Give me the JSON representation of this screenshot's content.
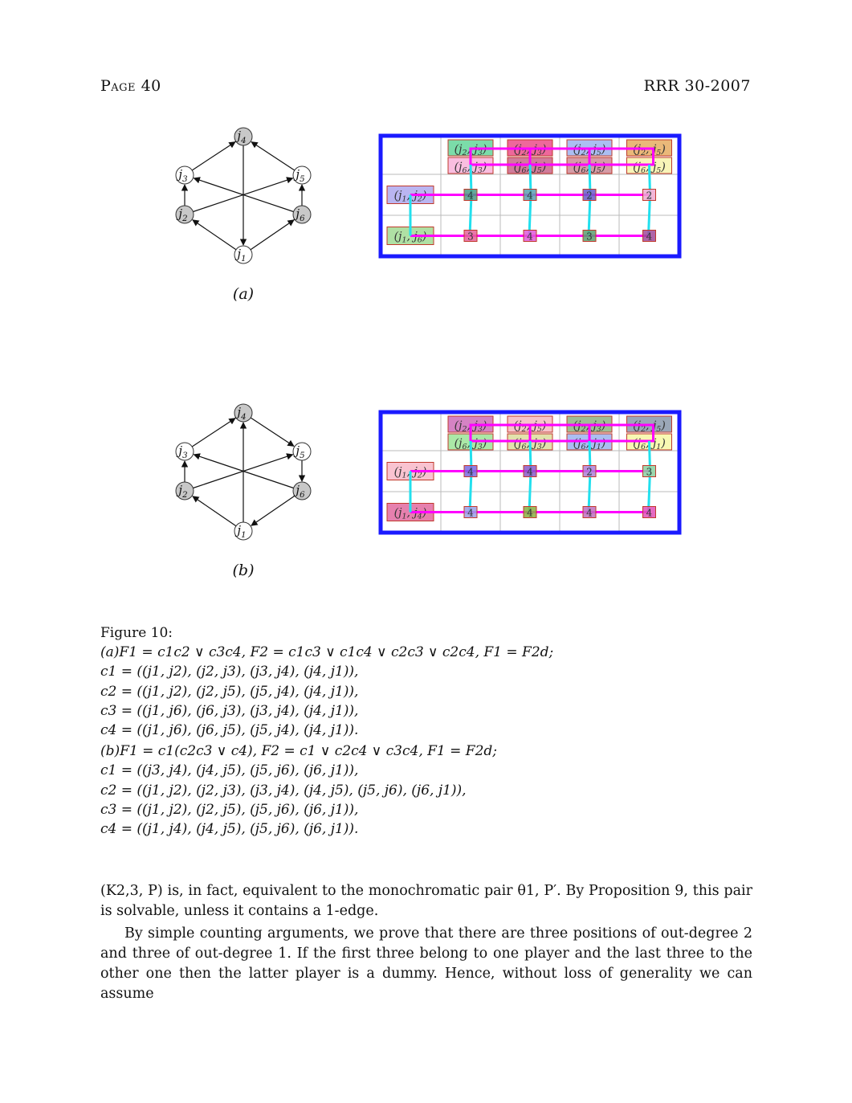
{
  "header": {
    "page": "Page 40",
    "report": "RRR 30-2007"
  },
  "figures": [
    {
      "label": "(a)",
      "graph": {
        "nodes": [
          {
            "id": "j4",
            "name": "j",
            "sub": "4",
            "shaded": true
          },
          {
            "id": "j3",
            "name": "j",
            "sub": "3",
            "shaded": false
          },
          {
            "id": "j5",
            "name": "j",
            "sub": "5",
            "shaded": false
          },
          {
            "id": "j2",
            "name": "j",
            "sub": "2",
            "shaded": true
          },
          {
            "id": "j6",
            "name": "j",
            "sub": "6",
            "shaded": true
          },
          {
            "id": "j1",
            "name": "j",
            "sub": "1",
            "shaded": false
          }
        ],
        "edges": [
          [
            "j3",
            "j4"
          ],
          [
            "j5",
            "j4"
          ],
          [
            "j4",
            "j1"
          ],
          [
            "j2",
            "j3"
          ],
          [
            "j6",
            "j5"
          ],
          [
            "j1",
            "j2"
          ],
          [
            "j1",
            "j6"
          ],
          [
            "j6",
            "j3"
          ],
          [
            "j2",
            "j5"
          ]
        ]
      },
      "table": {
        "col_headers": [
          {
            "top": "(j2, j3)",
            "bottom": "(j6, j3)",
            "top_color": "#4fd08c",
            "bottom_color": "#f7a8d6"
          },
          {
            "top": "(j2, j3)",
            "bottom": "(j6, j5)",
            "top_color": "#e8367a",
            "bottom_color": "#c0507a"
          },
          {
            "top": "(j2, j5)",
            "bottom": "(j6, j5)",
            "top_color": "#8fa8ee",
            "bottom_color": "#c77b8a"
          },
          {
            "top": "(j2, j5)",
            "bottom": "(j6, j5)",
            "top_color": "#e3a04c",
            "bottom_color": "#f5f0a0"
          }
        ],
        "row_headers": [
          {
            "label": "(j1, j2)",
            "color": "#a9a2ee"
          },
          {
            "label": "(j1, j6)",
            "color": "#9bd88d"
          }
        ],
        "cells": [
          [
            {
              "v": "4",
              "color": "#4a9a86"
            },
            {
              "v": "4",
              "color": "#5aa0b0"
            },
            {
              "v": "2",
              "color": "#6a5ac8"
            },
            {
              "v": "2",
              "color": "#f0a8d0"
            }
          ],
          [
            {
              "v": "3",
              "color": "#e6609a"
            },
            {
              "v": "4",
              "color": "#e058d8"
            },
            {
              "v": "3",
              "color": "#5aa070"
            },
            {
              "v": "4",
              "color": "#a04a9a"
            }
          ]
        ]
      }
    },
    {
      "label": "(b)",
      "graph": {
        "nodes": [
          {
            "id": "j4",
            "name": "j",
            "sub": "4",
            "shaded": true
          },
          {
            "id": "j3",
            "name": "j",
            "sub": "3",
            "shaded": false
          },
          {
            "id": "j5",
            "name": "j",
            "sub": "5",
            "shaded": false
          },
          {
            "id": "j2",
            "name": "j",
            "sub": "2",
            "shaded": true
          },
          {
            "id": "j6",
            "name": "j",
            "sub": "6",
            "shaded": true
          },
          {
            "id": "j1",
            "name": "j",
            "sub": "1",
            "shaded": false
          }
        ],
        "edges": [
          [
            "j3",
            "j4"
          ],
          [
            "j4",
            "j5"
          ],
          [
            "j1",
            "j4"
          ],
          [
            "j2",
            "j3"
          ],
          [
            "j5",
            "j6"
          ],
          [
            "j6",
            "j1"
          ],
          [
            "j1",
            "j2"
          ],
          [
            "j6",
            "j3"
          ],
          [
            "j2",
            "j5"
          ]
        ]
      },
      "table": {
        "col_headers": [
          {
            "top": "(j2, j3)",
            "bottom": "(j6, j3)",
            "top_color": "#c75ab0",
            "bottom_color": "#8fe08a"
          },
          {
            "top": "(j2, j5)",
            "bottom": "(j6, j3)",
            "top_color": "#f3b0b8",
            "bottom_color": "#d8d890"
          },
          {
            "top": "(j2, j3)",
            "bottom": "(j6, j1)",
            "top_color": "#7fa870",
            "bottom_color": "#8fa8ee"
          },
          {
            "top": "(j2, j5)",
            "bottom": "(j6, j1)",
            "top_color": "#7a8aa0",
            "bottom_color": "#f5f59a"
          }
        ],
        "row_headers": [
          {
            "label": "(j1, j2)",
            "color": "#f7b4c4"
          },
          {
            "label": "(j1, j4)",
            "color": "#e0609a"
          }
        ],
        "cells": [
          [
            {
              "v": "4",
              "color": "#7a6ae0"
            },
            {
              "v": "4",
              "color": "#8a5ac8"
            },
            {
              "v": "2",
              "color": "#b080d8"
            },
            {
              "v": "3",
              "color": "#8ad0a0"
            }
          ],
          [
            {
              "v": "4",
              "color": "#9aa0e8"
            },
            {
              "v": "4",
              "color": "#8ab040"
            },
            {
              "v": "4",
              "color": "#c070c0"
            },
            {
              "v": "4",
              "color": "#e050b8"
            }
          ]
        ]
      }
    }
  ],
  "caption": {
    "title": "Figure 10:",
    "lines": [
      "(a)F1 = c1c2 ∨ c3c4,    F2 = c1c3 ∨ c1c4 ∨ c2c3 ∨ c2c4,    F1 = F2d;",
      "c1 = ((j1, j2), (j2, j3), (j3, j4), (j4, j1)),",
      "c2 = ((j1, j2), (j2, j5), (j5, j4), (j4, j1)),",
      "c3 = ((j1, j6), (j6, j3), (j3, j4), (j4, j1)),",
      "c4 = ((j1, j6), (j6, j5), (j5, j4), (j4, j1)).",
      "(b)F1 = c1(c2c3 ∨ c4),    F2 = c1 ∨ c2c4 ∨ c3c4,    F1 = F2d;",
      "c1 = ((j3, j4), (j4, j5), (j5, j6), (j6, j1)),",
      "c2 = ((j1, j2), (j2, j3), (j3, j4), (j4, j5), (j5, j6), (j6, j1)),",
      "c3 = ((j1, j2), (j2, j5), (j5, j6), (j6, j1)),",
      "c4 = ((j1, j4), (j4, j5), (j5, j6), (j6, j1))."
    ]
  },
  "body": {
    "para1": "(K2,3, P) is, in fact, equivalent to the monochromatic pair θ1, P′. By Proposition 9, this pair is solvable, unless it contains a 1-edge.",
    "para2": "By simple counting arguments, we prove that there are three positions of out-degree 2 and three of out-degree 1. If the first three belong to one player and the last three to the other one then the latter player is a dummy. Hence, without loss of generality we can assume"
  },
  "colors": {
    "frame": "#1a1aff",
    "row_path": "#ff00ff",
    "col_path": "#22e0ee",
    "node_shaded": "#c8c8c8"
  }
}
